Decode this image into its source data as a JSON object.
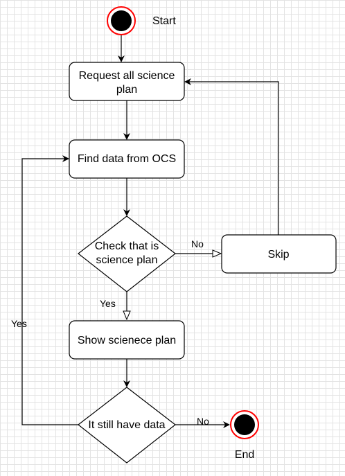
{
  "diagram": {
    "start": {
      "label": "Start"
    },
    "end": {
      "label": "End"
    },
    "nodes": {
      "request": {
        "line1": "Request all science",
        "line2": "plan"
      },
      "find": {
        "label": "Find data from OCS"
      },
      "check": {
        "line1": "Check that is",
        "line2": "science plan"
      },
      "skip": {
        "label": "Skip"
      },
      "show": {
        "label": "Show scienece plan"
      },
      "still": {
        "label": "It still have data"
      }
    },
    "edges": {
      "check_no": "No",
      "check_yes": "Yes",
      "still_yes": "Yes",
      "still_no": "No"
    }
  }
}
